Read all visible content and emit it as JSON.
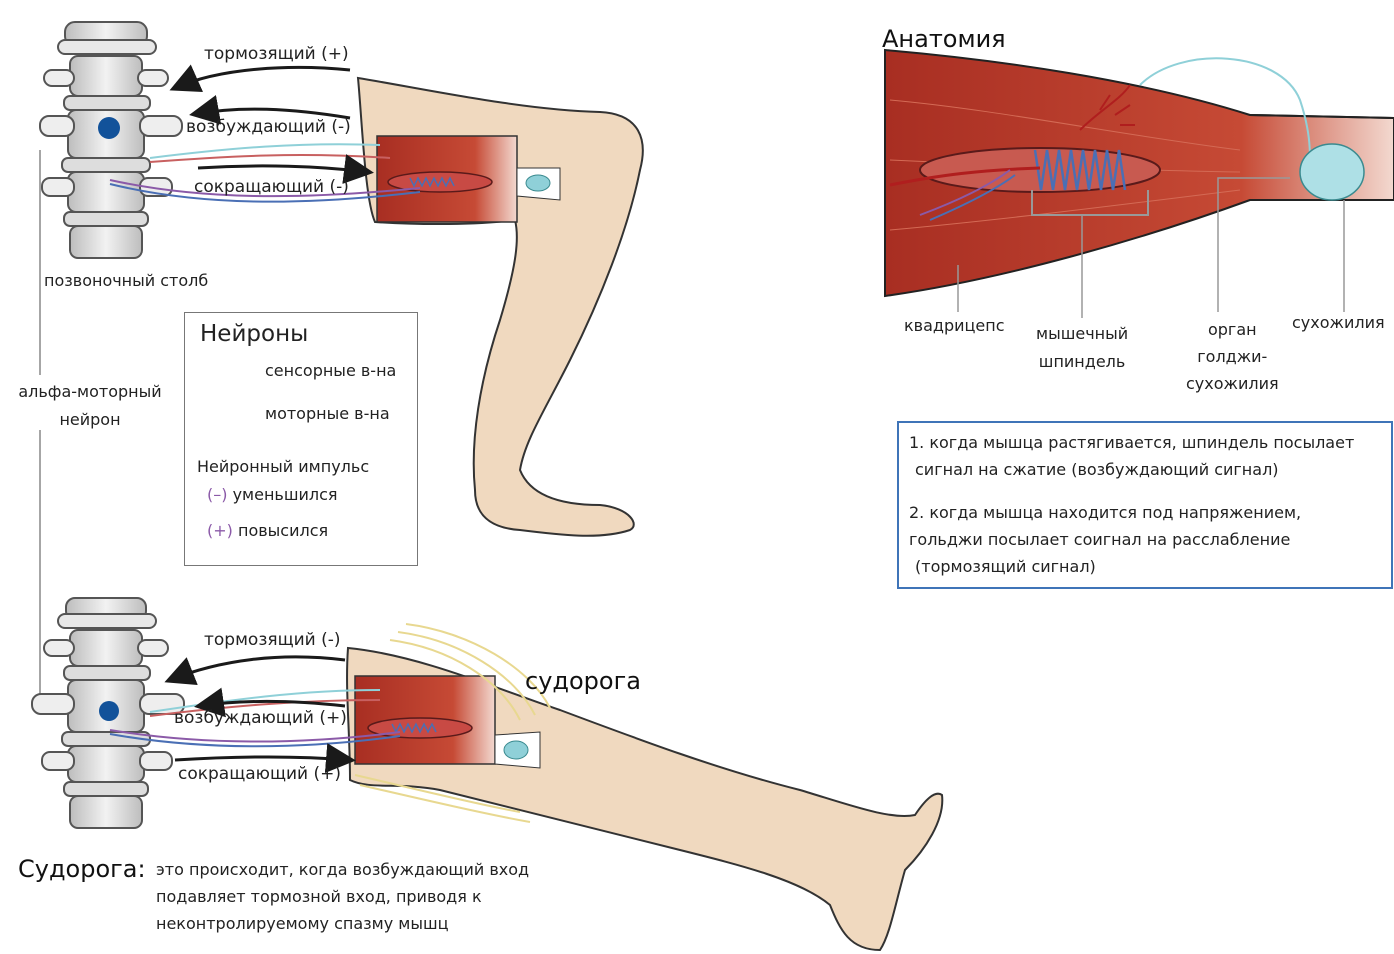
{
  "spine_label": "позвоночный столб",
  "alpha_motor_label": "альфа-моторный нейрон",
  "top_arrows": {
    "inhibitory": "тормозящий (+)",
    "excitatory": "возбуждающий (-)",
    "contracting": "сокращающий (-)"
  },
  "bottom_arrows": {
    "inhibitory": "тормозящий (-)",
    "excitatory": "возбуждающий (+)",
    "contracting": "сокращающий (+)"
  },
  "cramp_tag": "судорога",
  "legend": {
    "title": "Нейроны",
    "sensory": "сенсорные в-на",
    "motor": "моторные в-на",
    "impulse_title": "Нейронный импульс",
    "decreased_symbol": "(–)",
    "decreased": "уменьшился",
    "increased_symbol": "(+)",
    "increased": "повысился"
  },
  "anatomy": {
    "title": "Анатомия",
    "quadriceps": "квадрицепс",
    "spindle_line1": "мышечный",
    "spindle_line2": "шпиндель",
    "golgi_line1": "орган",
    "golgi_line2": "голджи-",
    "golgi_line3": "сухожилия",
    "tendon": "сухожилия"
  },
  "info": {
    "point1_line1": "1. когда мышца растягивается, шпиндель посылает",
    "point1_line2": "сигнал на сжатие (возбуждающий сигнал)",
    "point2_line1": "2. когда мышца находится под напряжением,",
    "point2_line2": "гольджи посылает соигнал на расслабление",
    "point2_line3": "(тормозящий сигнал)"
  },
  "cramp": {
    "title": "Судорога:",
    "line1": "это происходит, когда возбуждающий вход",
    "line2": "подавляет тормозной вход, приводя к",
    "line3": "неконтролируемому спазму мышц"
  },
  "colors": {
    "muscle": "#b83a2a",
    "skin": "#f0d9bf",
    "sensory_blue": "#4a6fb5",
    "sensory_purple": "#8b5aa8",
    "sensory_cyan": "#8fd0d8",
    "motor_red": "#b01e1e",
    "nucleus": "#12529a",
    "info_border": "#3f74b8"
  }
}
